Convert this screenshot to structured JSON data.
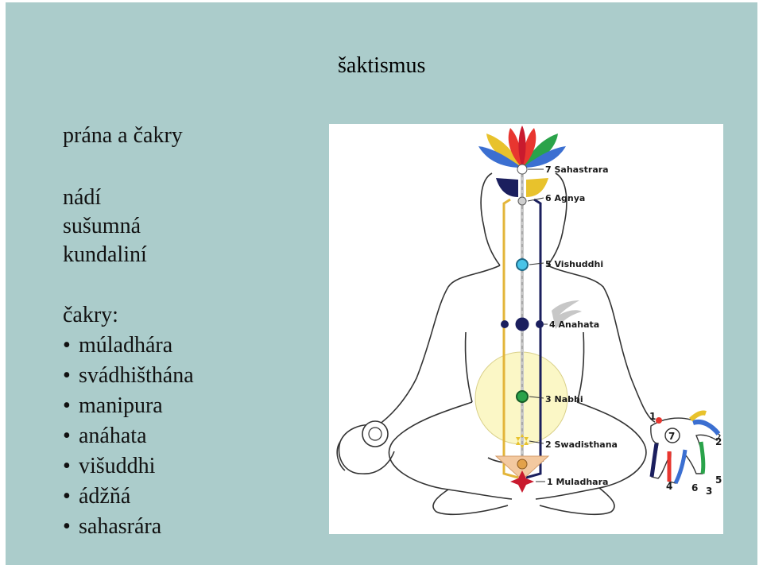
{
  "title": "šaktismus",
  "heading": "prána a čakry",
  "terms": [
    "nádí",
    "sušumná",
    "kundaliní"
  ],
  "chakras_heading": "čakry:",
  "bullet_glyph": "•",
  "chakras": [
    "múladhára",
    "svádhišthána",
    "manipura",
    "anáhata",
    "višuddhi",
    "ádžňá",
    "sahasrára"
  ],
  "figure": {
    "labels": [
      "7 Sahastrara",
      "6 Agnya",
      "5 Vishuddhi",
      "4 Anahata",
      "3 Nabhi",
      "2 Swadisthana",
      "1 Muladhara"
    ],
    "hand_badge": "7",
    "hand_numbers": [
      "1",
      "2",
      "3",
      "4",
      "5",
      "6"
    ]
  }
}
